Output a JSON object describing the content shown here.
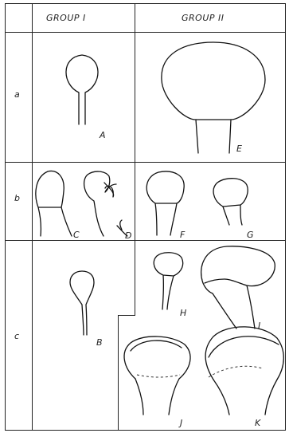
{
  "headers": {
    "group1": "GROUP I",
    "group2": "GROUP II"
  },
  "rows": {
    "a": "a",
    "b": "b",
    "c": "c"
  },
  "figures": {
    "A": "A",
    "B": "B",
    "C": "C",
    "D": "D",
    "E": "E",
    "F": "F",
    "G": "G",
    "H": "H",
    "I": "I",
    "J": "J",
    "K": "K"
  }
}
